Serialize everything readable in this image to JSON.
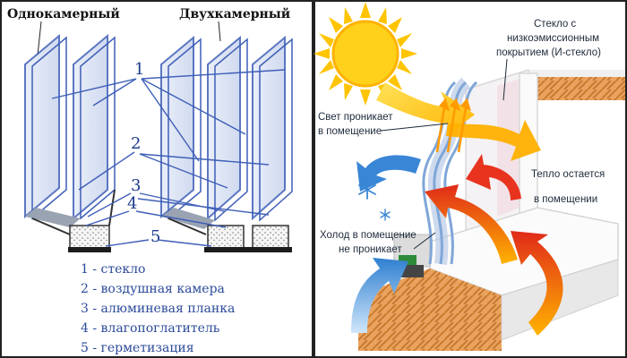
{
  "left_panel": {
    "label_single": "Однокамерный",
    "label_double": "Двухкамерный",
    "callout_numbers": [
      "1",
      "2",
      "3",
      "4",
      "5"
    ],
    "legend": [
      "1 - стекло",
      "2 - воздушная камера",
      "3 - алюминевая планка",
      "4 - влагопоглатитель",
      "5 - герметизация"
    ]
  },
  "right_panel": {
    "lowe_glass": [
      "Стекло с",
      "низкоэмиссионным",
      "покрытием (И-стекло)"
    ],
    "light_enters": [
      "Свет проникает",
      "в помещение"
    ],
    "heat_stays": [
      "Тепло остается",
      "в помещении"
    ],
    "cold_blocked": [
      "Холод в помещение",
      "не проникает"
    ]
  },
  "colors": {
    "glass_blue": "#3f5fb8",
    "callout_blue": "#1a3a8a",
    "sun_yellow": "#ffd11a",
    "heat_red": "#e8331f",
    "cold_blue": "#3a86d6",
    "brick_orange": "#e9a15d"
  },
  "icons": [
    "sun-icon",
    "snowflake-icon"
  ]
}
